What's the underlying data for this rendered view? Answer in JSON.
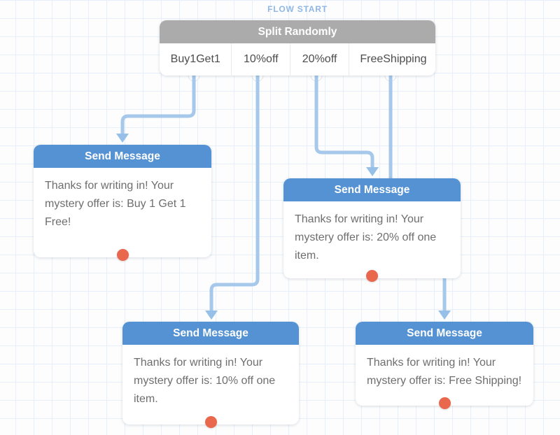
{
  "canvas": {
    "flow_start_label": "FLOW START"
  },
  "split_node": {
    "title": "Split Randomly",
    "branches": [
      {
        "label": "Buy1Get1"
      },
      {
        "label": "10%off"
      },
      {
        "label": "20%off"
      },
      {
        "label": "FreeShipping"
      }
    ]
  },
  "message_nodes": [
    {
      "title": "Send Message",
      "text": "Thanks for writing in! Your\nmystery offer is: Buy 1 Get 1\nFree!"
    },
    {
      "title": "Send Message",
      "text": "Thanks for writing in! Your\nmystery offer is: 20% off one\nitem."
    },
    {
      "title": "Send Message",
      "text": "Thanks for writing in! Your\nmystery offer is: 10% off one\nitem."
    },
    {
      "title": "Send Message",
      "text": "Thanks for writing in! Your\nmystery offer is: Free Shipping!"
    }
  ],
  "colors": {
    "message_header_blue": "#5492d4",
    "split_header_gray": "#ababab",
    "edge_blue": "#a5c8eb",
    "arrow_blue": "#97c0e8",
    "output_dot_coral": "#e9684d",
    "flow_start_blue": "#8fb7e6",
    "grid_line": "#e7effa",
    "body_text_gray": "#6e6e6e"
  }
}
